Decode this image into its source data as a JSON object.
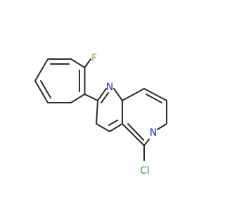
{
  "molecule": {
    "atoms": {
      "fluorine": {
        "symbol": "F",
        "color": "#8ab44a"
      },
      "nitrogen_1": {
        "symbol": "N",
        "color": "#1f2cd6"
      },
      "nitrogen_6": {
        "symbol": "N",
        "color": "#1f2cd6"
      },
      "chlorine": {
        "symbol": "Cl",
        "color": "#36a436"
      }
    },
    "bond_color": "#2b2b2b",
    "background": "#ffffff"
  }
}
